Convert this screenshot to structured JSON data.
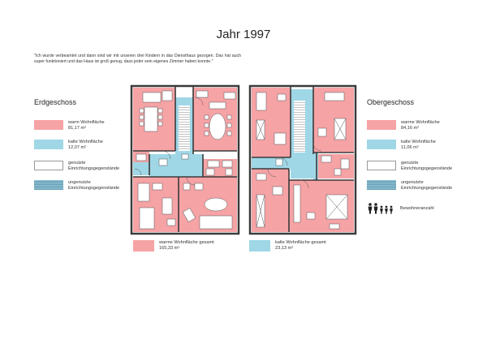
{
  "title": "Jahr 1997",
  "quote": "\"Ich wurde verbeamtet und dann sind wir mit unseren drei Kindern in das Diensthaus gezogen. Das hat auch super funktioniert und das Haus ist groß genug, dass jeder sein eigenes Zimmer haben konnte.\"",
  "left_panel": {
    "heading": "Erdgeschoss",
    "legend": [
      {
        "label": "warm Wohnfläche",
        "value": "81,17 m²"
      },
      {
        "label": "kalte Wohnfläche",
        "value": "12,07 m²"
      },
      {
        "label": "genutzte",
        "value": "Einrichtungsgegenstände"
      },
      {
        "label": "ungenutzte",
        "value": "Einrichtungsgegenstände"
      }
    ]
  },
  "right_panel": {
    "heading": "Obergeschoss",
    "legend": [
      {
        "label": "warme Wohnfläche",
        "value": "84,16 m²"
      },
      {
        "label": "kalte Wohnfläche",
        "value": "11,06 m²"
      },
      {
        "label": "genutzte",
        "value": "Einrichtungsgegenstände"
      },
      {
        "label": "ungenutzte",
        "value": "Einrichtungsgegenstände"
      }
    ],
    "residents_label": "Bewohneranzahl"
  },
  "totals": {
    "warm_label": "warme Wohnfläche gesamt",
    "warm_value": "165,33 m²",
    "cold_label": "kalte Wohnfläche gesamt",
    "cold_value": "23,13 m²"
  },
  "colors": {
    "warm": "#f6a3a6",
    "cold": "#9fd7e6",
    "wall": "#3a3a3a",
    "unused_stripe": "#3f6f8a"
  }
}
